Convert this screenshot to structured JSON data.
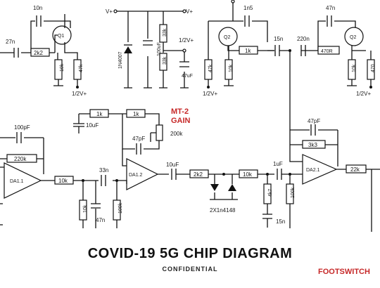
{
  "title": "COVID-19 5G CHIP DIAGRAM",
  "subtitle": "CONFIDENTIAL",
  "footer_label": "FOOTSWITCH",
  "accent_color": "#c62828",
  "annotation": {
    "line1": "MT-2",
    "line2": "GAIN"
  },
  "rails": {
    "vplus_left": "V+",
    "vplus_right": "V+",
    "half_v": "1/2V+"
  },
  "transistors": {
    "q1": "Q1",
    "q2a": "Q2",
    "q2b": "Q2"
  },
  "opamps": {
    "da11": "DA1.1",
    "da12": "DA1.2",
    "da21": "DA2.1"
  },
  "components": {
    "c10n": "10n",
    "c27n": "27n",
    "r2k2a": "2k2",
    "r10ka": "10k",
    "r47ka": "47k",
    "d1n4007": "1N4007",
    "c100uf": "100uF",
    "r33ka": "33k",
    "r33kb": "33k",
    "c47uf": "47uF",
    "r47kb": "47k",
    "r10kb": "10k",
    "c1n5": "1n5",
    "r1ka": "1k",
    "c15na": "15n",
    "c220n": "220n",
    "c47na": "47n",
    "r470r": "470R",
    "r10kc": "10k",
    "r470b": "470",
    "r1kb": "1k",
    "r1kc": "1k",
    "c10uf": "10uF",
    "pot200k": "200k",
    "c100pf": "100pF",
    "r220k": "220k",
    "r10kd": "10k",
    "c33n": "33n",
    "r10ke": "10k",
    "c47nb": "47n",
    "r100k": "100k",
    "c47pfa": "47pF",
    "c10ufb": "10uF",
    "r2k2b": "2k2",
    "diodes": "2X1n4148",
    "r10kf": "10k",
    "r4k7": "4k7",
    "c15nb": "15n",
    "c1uf": "1uF",
    "r100kb": "100k",
    "c47pfb": "47pF",
    "r3k3": "3k3",
    "r22k": "22k"
  }
}
